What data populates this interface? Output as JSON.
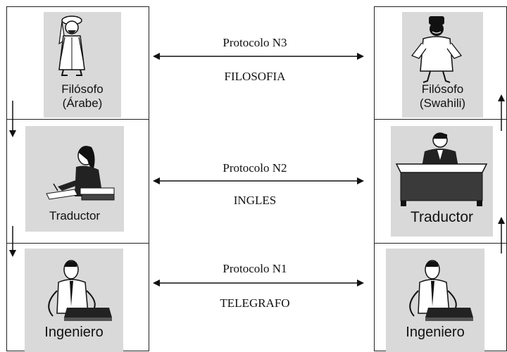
{
  "left_column": {
    "level3": {
      "role": "Filósofo",
      "qualifier": "(Árabe)",
      "icon": "arab-philosopher-figure-icon"
    },
    "level2": {
      "role": "Traductor",
      "icon": "woman-translator-writing-icon"
    },
    "level1": {
      "role": "Ingeniero",
      "icon": "engineer-telegraph-icon"
    }
  },
  "right_column": {
    "level3": {
      "role": "Filósofo",
      "qualifier": "(Swahili)",
      "icon": "african-philosopher-figure-icon"
    },
    "level2": {
      "role": "Traductor",
      "icon": "man-translator-desk-icon"
    },
    "level1": {
      "role": "Ingeniero",
      "icon": "engineer-telegraph-icon"
    }
  },
  "protocols": [
    {
      "name": "Protocolo N3",
      "content": "FILOSOFIA"
    },
    {
      "name": "Protocolo N2",
      "content": "INGLES"
    },
    {
      "name": "Protocolo N1",
      "content": "TELEGRAFO"
    }
  ],
  "colors": {
    "border": "#222222",
    "picture_bg": "#d9d9d9",
    "background": "#ffffff"
  }
}
